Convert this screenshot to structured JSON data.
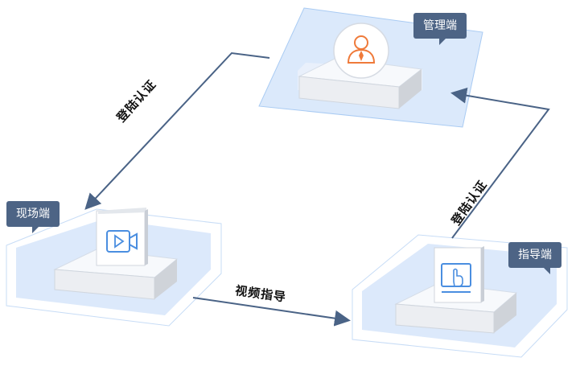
{
  "nodes": {
    "admin": {
      "label": "管理端",
      "icon": "admin-user-icon"
    },
    "field": {
      "label": "现场端",
      "icon": "video-camera-icon"
    },
    "guide": {
      "label": "指导端",
      "icon": "touch-hand-icon"
    }
  },
  "edges": {
    "login_left": "登陆认证",
    "login_right": "登陆认证",
    "video_guidance": "视频指导"
  },
  "colors": {
    "tag_bg": "#4d6485",
    "arrow": "#4a6386",
    "panel_fill": "#dce9fb",
    "panel_edge": "#a9cbf3",
    "icon_accent": "#4a8ee0",
    "admin_accent": "#ef7a3a"
  }
}
